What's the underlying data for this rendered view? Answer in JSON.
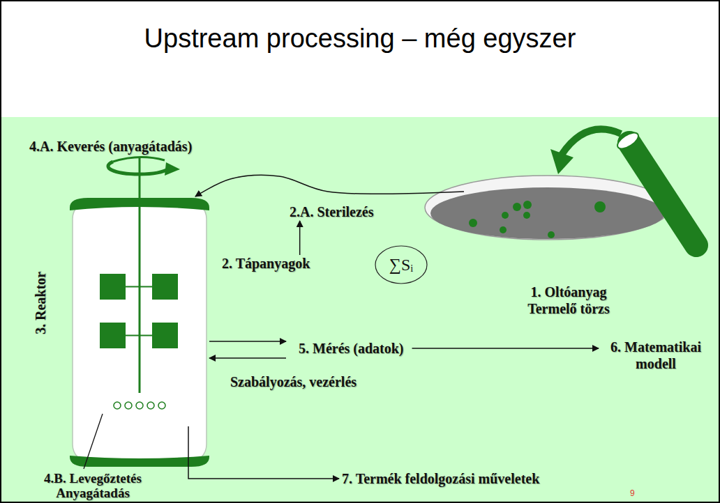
{
  "diagram": {
    "title": "Upstream processing – még egyszer",
    "nodes": [
      {
        "text": [
          "3. Reaktor"
        ]
      },
      {
        "text": [
          "2.A. Sterilezés"
        ]
      },
      {
        "text": [
          "2. Tápanyagok"
        ]
      },
      {
        "text": [
          "∑Sᵢ"
        ]
      },
      {
        "text": [
          "1. Oltóanyag Termelő törzs"
        ]
      },
      {
        "text": [
          "5. Mérés (adatok)"
        ]
      },
      {
        "text": [
          "6. Matematikai modell"
        ]
      },
      {
        "text": [
          "7. Termék feldolgozási műveletek"
        ]
      }
    ],
    "edges": [
      {
        "from": 4,
        "to": 0,
        "arrow": "to"
      },
      {
        "from": 2,
        "to": 1,
        "arrow": "to"
      },
      {
        "from": 0,
        "to": 5,
        "arrow": "to"
      },
      {
        "from": 5,
        "to": 0,
        "arrow": "to",
        "label": "Szabályozás, vezérlés"
      },
      {
        "from": 5,
        "to": 6,
        "arrow": "to"
      },
      {
        "from": 0,
        "to": 7,
        "arrow": "to"
      }
    ],
    "labels": [
      "4.A. Keverés (anyagátadás)",
      "4.B. Levegőztetés Anyagátadás",
      "9"
    ]
  }
}
